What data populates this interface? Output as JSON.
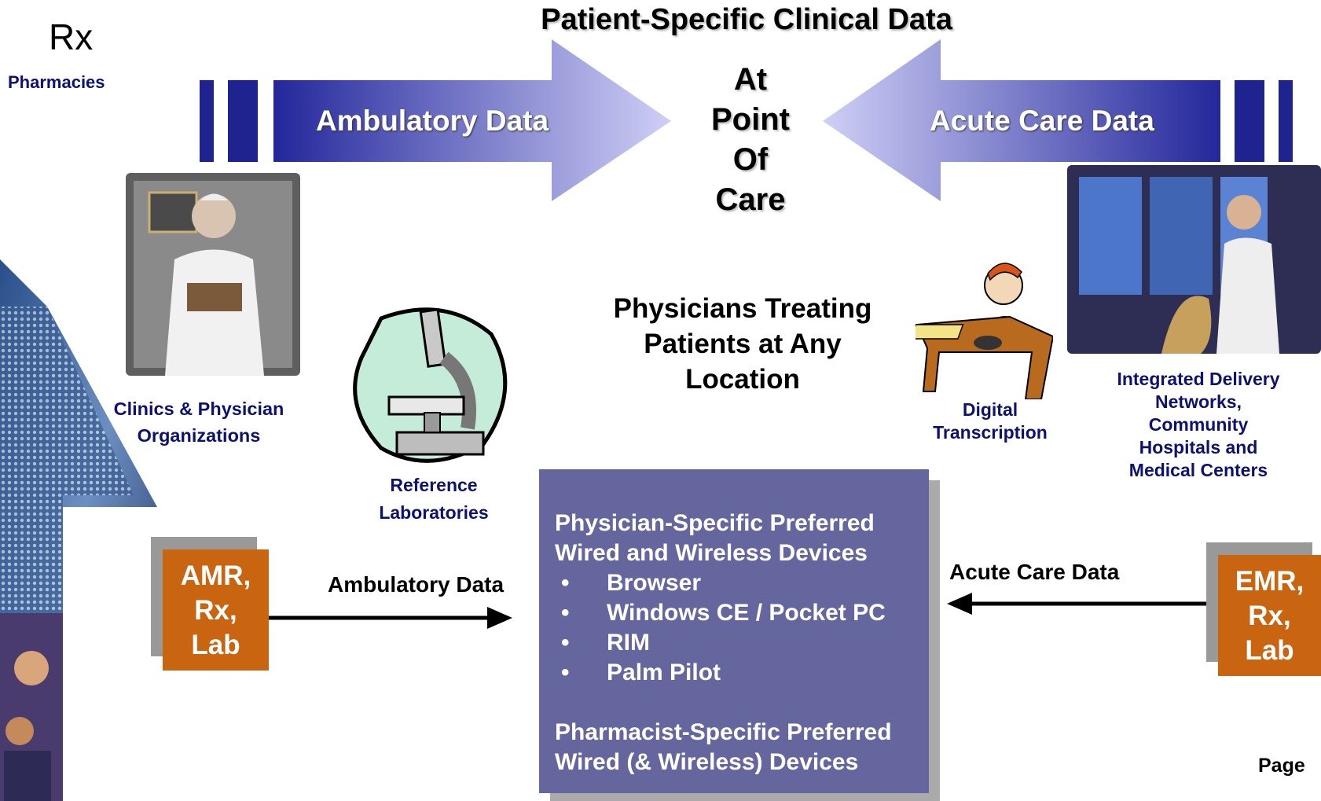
{
  "title": "Patient-Specific Clinical Data",
  "rx_label": "Rx",
  "pharmacies_label": "Pharmacies",
  "point_of_care": [
    "At",
    "Point",
    "Of",
    "Care"
  ],
  "top_left_arrow_label": "Ambulatory Data",
  "top_right_arrow_label": "Acute Care Data",
  "center_text": [
    "Physicians Treating",
    "Patients at Any",
    "Location"
  ],
  "clinics_label": [
    "Clinics & Physician",
    "Organizations"
  ],
  "labs_label": [
    "Reference",
    "Laboratories"
  ],
  "transcription_label": [
    "Digital",
    "Transcription"
  ],
  "networks_label": [
    "Integrated Delivery",
    "Networks,",
    "Community",
    "Hospitals and",
    "Medical Centers"
  ],
  "left_box": [
    "AMR,",
    "Rx,",
    "Lab"
  ],
  "right_box": [
    "EMR,",
    "Rx,",
    "Lab"
  ],
  "left_flow_label": "Ambulatory Data",
  "right_flow_label": "Acute Care Data",
  "devices_box": {
    "heading": [
      "Physician-Specific Preferred",
      "Wired and Wireless Devices"
    ],
    "items": [
      "Browser",
      "Windows CE / Pocket PC",
      "RIM",
      "Palm Pilot"
    ],
    "footer": [
      "Pharmacist-Specific Preferred",
      "Wired (& Wireless) Devices"
    ]
  },
  "page_label": "Page",
  "colors": {
    "navy": "#0d1170",
    "orange": "#c96510",
    "purple_box": "#66669e",
    "arrow_dark": "#2b2f9c",
    "arrow_light": "#c8c8f4"
  }
}
